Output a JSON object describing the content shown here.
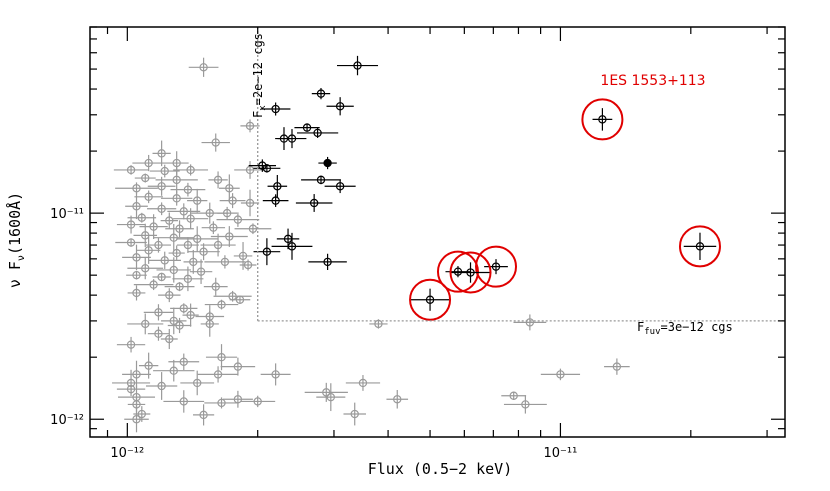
{
  "chart_data": {
    "type": "scatter",
    "xscale": "log",
    "yscale": "log",
    "xlim": [
      8.2e-13,
      3.3e-11
    ],
    "ylim": [
      8.2e-13,
      8e-11
    ],
    "x_ticks": [
      {
        "value": 1e-12,
        "label": "10⁻¹²"
      },
      {
        "value": 1e-11,
        "label": "10⁻¹¹"
      }
    ],
    "y_ticks": [
      {
        "value": 1e-12,
        "label": "10⁻¹²"
      },
      {
        "value": 1e-11,
        "label": "10⁻¹¹"
      }
    ],
    "xlabel": "Flux (0.5−2 keV)",
    "ylabel": "ν F",
    "ylabel_sub": "ν",
    "ylabel_tail": "(1600Å)",
    "cut_x": {
      "value": 2e-12,
      "label_main": "F",
      "label_sub": "x",
      "label_tail": "=2e−12 cgs"
    },
    "cut_y": {
      "value": 3e-12,
      "label_main": "F",
      "label_sub": "fuv",
      "label_tail": "=3e−12 cgs"
    },
    "highlight_label": "1ES 1553+113",
    "colors": {
      "gray": "#9a9a9a",
      "black": "#000000",
      "highlight": "#e00000",
      "cut_line": "#999999"
    },
    "gray_points": [
      [
        1.5e-12,
        5.1e-11
      ],
      [
        1.92e-12,
        2.65e-11
      ],
      [
        1.6e-12,
        2.2e-11
      ],
      [
        1.2e-12,
        1.95e-11
      ],
      [
        1.12e-12,
        1.75e-11
      ],
      [
        1.3e-12,
        1.75e-11
      ],
      [
        1.02e-12,
        1.62e-11
      ],
      [
        1.22e-12,
        1.6e-11
      ],
      [
        1.4e-12,
        1.62e-11
      ],
      [
        1.92e-12,
        1.62e-11
      ],
      [
        1.1e-12,
        1.48e-11
      ],
      [
        1.3e-12,
        1.45e-11
      ],
      [
        1.62e-12,
        1.45e-11
      ],
      [
        1.05e-12,
        1.32e-11
      ],
      [
        1.2e-12,
        1.35e-11
      ],
      [
        1.38e-12,
        1.3e-11
      ],
      [
        1.72e-12,
        1.32e-11
      ],
      [
        1.12e-12,
        1.2e-11
      ],
      [
        1.3e-12,
        1.18e-11
      ],
      [
        1.45e-12,
        1.15e-11
      ],
      [
        1.75e-12,
        1.15e-11
      ],
      [
        1.92e-12,
        1.12e-11
      ],
      [
        1.05e-12,
        1.08e-11
      ],
      [
        1.2e-12,
        1.05e-11
      ],
      [
        1.35e-12,
        1.02e-11
      ],
      [
        1.55e-12,
        1e-11
      ],
      [
        1.7e-12,
        1e-11
      ],
      [
        1.08e-12,
        9.5e-12
      ],
      [
        1.25e-12,
        9.2e-12
      ],
      [
        1.4e-12,
        9.4e-12
      ],
      [
        1.8e-12,
        9.3e-12
      ],
      [
        1.02e-12,
        8.8e-12
      ],
      [
        1.15e-12,
        8.6e-12
      ],
      [
        1.32e-12,
        8.4e-12
      ],
      [
        1.58e-12,
        8.5e-12
      ],
      [
        1.95e-12,
        8.4e-12
      ],
      [
        1.1e-12,
        7.8e-12
      ],
      [
        1.28e-12,
        7.6e-12
      ],
      [
        1.45e-12,
        7.5e-12
      ],
      [
        1.72e-12,
        7.7e-12
      ],
      [
        1.02e-12,
        7.2e-12
      ],
      [
        1.18e-12,
        7e-12
      ],
      [
        1.38e-12,
        7e-12
      ],
      [
        1.62e-12,
        7e-12
      ],
      [
        1.12e-12,
        6.6e-12
      ],
      [
        1.3e-12,
        6.4e-12
      ],
      [
        1.5e-12,
        6.5e-12
      ],
      [
        1.85e-12,
        6.2e-12
      ],
      [
        1.05e-12,
        6.1e-12
      ],
      [
        1.22e-12,
        5.9e-12
      ],
      [
        1.42e-12,
        5.8e-12
      ],
      [
        1.68e-12,
        5.8e-12
      ],
      [
        1.9e-12,
        5.6e-12
      ],
      [
        1.1e-12,
        5.4e-12
      ],
      [
        1.28e-12,
        5.3e-12
      ],
      [
        1.48e-12,
        5.2e-12
      ],
      [
        1.05e-12,
        5e-12
      ],
      [
        1.2e-12,
        4.9e-12
      ],
      [
        1.38e-12,
        4.8e-12
      ],
      [
        1.15e-12,
        4.5e-12
      ],
      [
        1.32e-12,
        4.4e-12
      ],
      [
        1.6e-12,
        4.4e-12
      ],
      [
        1.05e-12,
        4.1e-12
      ],
      [
        1.25e-12,
        4e-12
      ],
      [
        1.75e-12,
        3.95e-12
      ],
      [
        1.82e-12,
        3.8e-12
      ],
      [
        1.65e-12,
        3.6e-12
      ],
      [
        1.35e-12,
        3.45e-12
      ],
      [
        1.18e-12,
        3.3e-12
      ],
      [
        1.4e-12,
        3.2e-12
      ],
      [
        1.55e-12,
        3.15e-12
      ],
      [
        1.28e-12,
        3e-12
      ],
      [
        1.1e-12,
        2.9e-12
      ],
      [
        1.32e-12,
        2.85e-12
      ],
      [
        1.55e-12,
        2.9e-12
      ],
      [
        3.8e-12,
        2.9e-12
      ],
      [
        1.18e-12,
        2.6e-12
      ],
      [
        1.25e-12,
        2.45e-12
      ],
      [
        1.02e-12,
        2.3e-12
      ],
      [
        1.65e-12,
        2e-12
      ],
      [
        1.35e-12,
        1.9e-12
      ],
      [
        1.12e-12,
        1.82e-12
      ],
      [
        1.8e-12,
        1.8e-12
      ],
      [
        1.28e-12,
        1.72e-12
      ],
      [
        1.05e-12,
        1.65e-12
      ],
      [
        1.62e-12,
        1.65e-12
      ],
      [
        2.2e-12,
        1.65e-12
      ],
      [
        1.02e-12,
        1.5e-12
      ],
      [
        1.2e-12,
        1.45e-12
      ],
      [
        1.45e-12,
        1.5e-12
      ],
      [
        1.02e-12,
        1.4e-12
      ],
      [
        2.88e-12,
        1.35e-12
      ],
      [
        3.5e-12,
        1.5e-12
      ],
      [
        1.05e-12,
        1.28e-12
      ],
      [
        1.8e-12,
        1.25e-12
      ],
      [
        1.35e-12,
        1.22e-12
      ],
      [
        1.05e-12,
        1.18e-12
      ],
      [
        2.95e-12,
        1.28e-12
      ],
      [
        1.65e-12,
        1.2e-12
      ],
      [
        2e-12,
        1.22e-12
      ],
      [
        4.2e-12,
        1.25e-12
      ],
      [
        7.8e-12,
        1.3e-12
      ],
      [
        8.3e-12,
        1.18e-12
      ],
      [
        1.08e-12,
        1.06e-12
      ],
      [
        1.5e-12,
        1.05e-12
      ],
      [
        3.35e-12,
        1.06e-12
      ],
      [
        1.05e-12,
        1e-12
      ],
      [
        8.5e-12,
        2.95e-12
      ],
      [
        1e-11,
        1.65e-12
      ],
      [
        1.35e-11,
        1.8e-12
      ]
    ],
    "black_points": [
      [
        3.4e-12,
        5.2e-11
      ],
      [
        2.8e-12,
        3.8e-11
      ],
      [
        2.2e-12,
        3.2e-11
      ],
      [
        3.1e-12,
        3.3e-11
      ],
      [
        2.6e-12,
        2.6e-11
      ],
      [
        2.3e-12,
        2.3e-11
      ],
      [
        2.4e-12,
        2.3e-11
      ],
      [
        2.75e-12,
        2.45e-11
      ],
      [
        2.05e-12,
        1.7e-11
      ],
      [
        2.1e-12,
        1.65e-11
      ],
      [
        2.22e-12,
        1.35e-11
      ],
      [
        2.8e-12,
        1.45e-11
      ],
      [
        3.1e-12,
        1.35e-11
      ],
      [
        2.2e-12,
        1.15e-11
      ],
      [
        2.7e-12,
        1.12e-11
      ],
      [
        2.35e-12,
        7.5e-12
      ],
      [
        2.4e-12,
        6.9e-12
      ],
      [
        2.1e-12,
        6.5e-12
      ],
      [
        2.9e-12,
        5.8e-12
      ]
    ],
    "filled_point": [
      2.9e-12,
      1.75e-11
    ],
    "red_points": [
      [
        1.25e-11,
        2.85e-11
      ],
      [
        2.1e-11,
        6.9e-12
      ],
      [
        7.1e-12,
        5.5e-12
      ],
      [
        5.8e-12,
        5.2e-12
      ],
      [
        6.2e-12,
        5.15e-12
      ],
      [
        5e-12,
        3.8e-12
      ]
    ]
  }
}
